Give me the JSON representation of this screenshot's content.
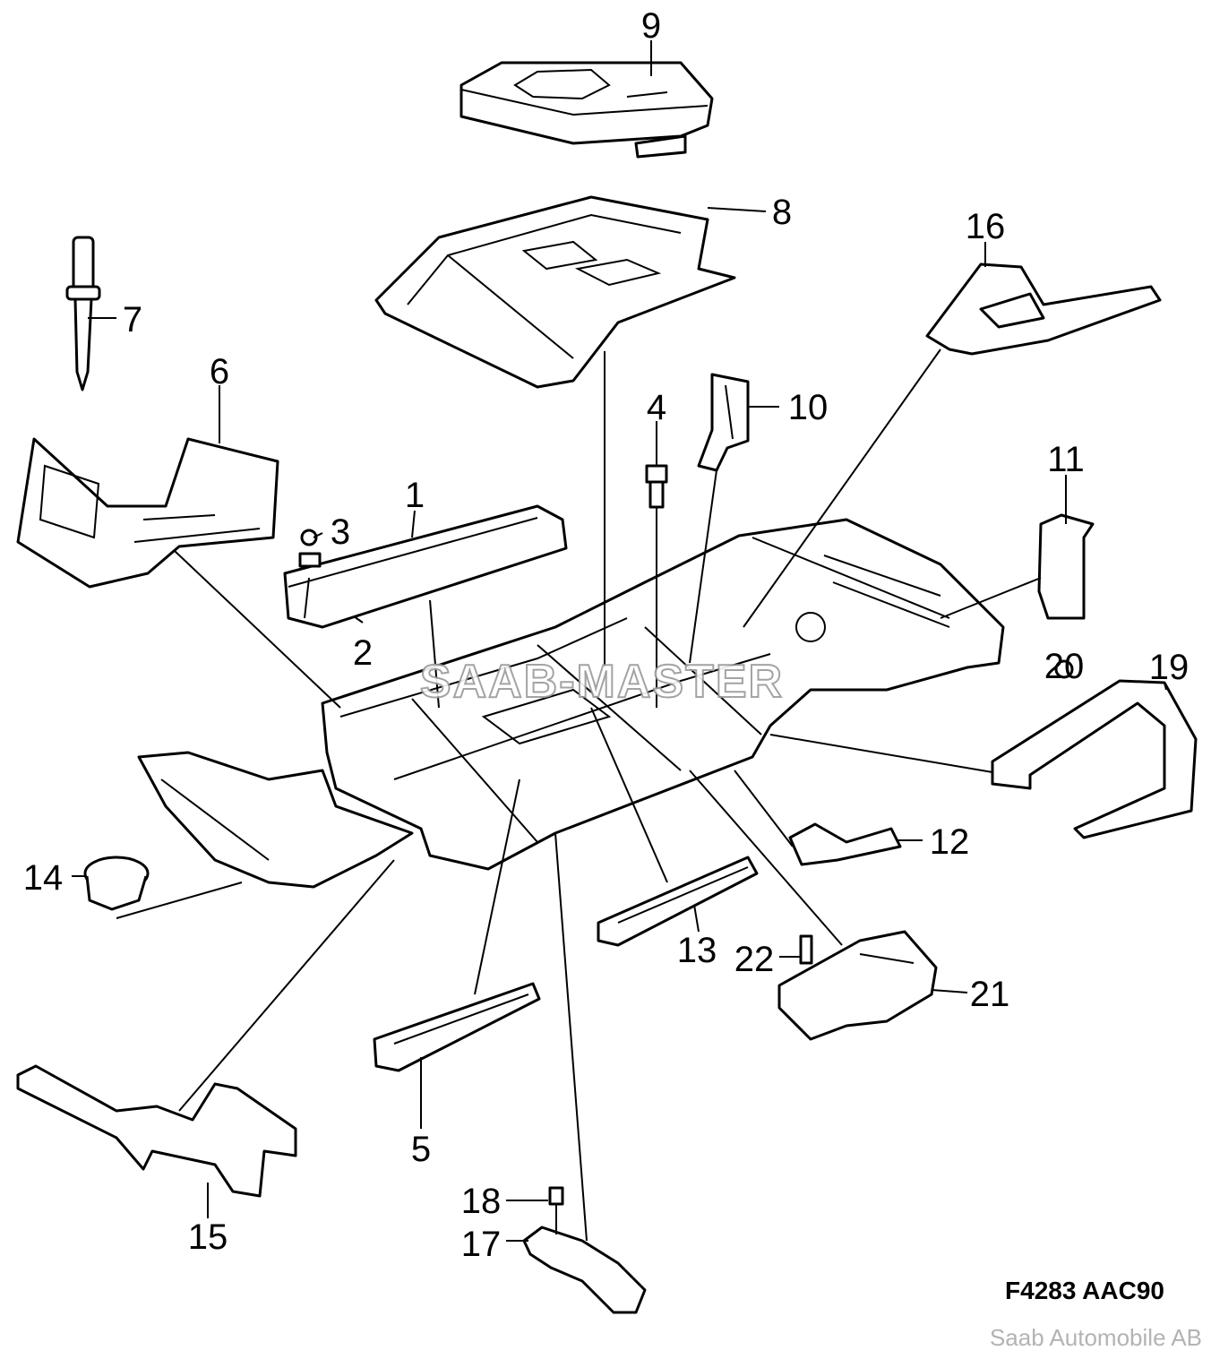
{
  "callouts": [
    "1",
    "2",
    "3",
    "4",
    "5",
    "6",
    "7",
    "8",
    "9",
    "10",
    "11",
    "12",
    "13",
    "14",
    "15",
    "16",
    "17",
    "18",
    "19",
    "20",
    "21",
    "22"
  ],
  "watermark": "SAAB-MASTER",
  "figure_ref": "F4283 AAC90",
  "copyright": "Saab Automobile AB"
}
